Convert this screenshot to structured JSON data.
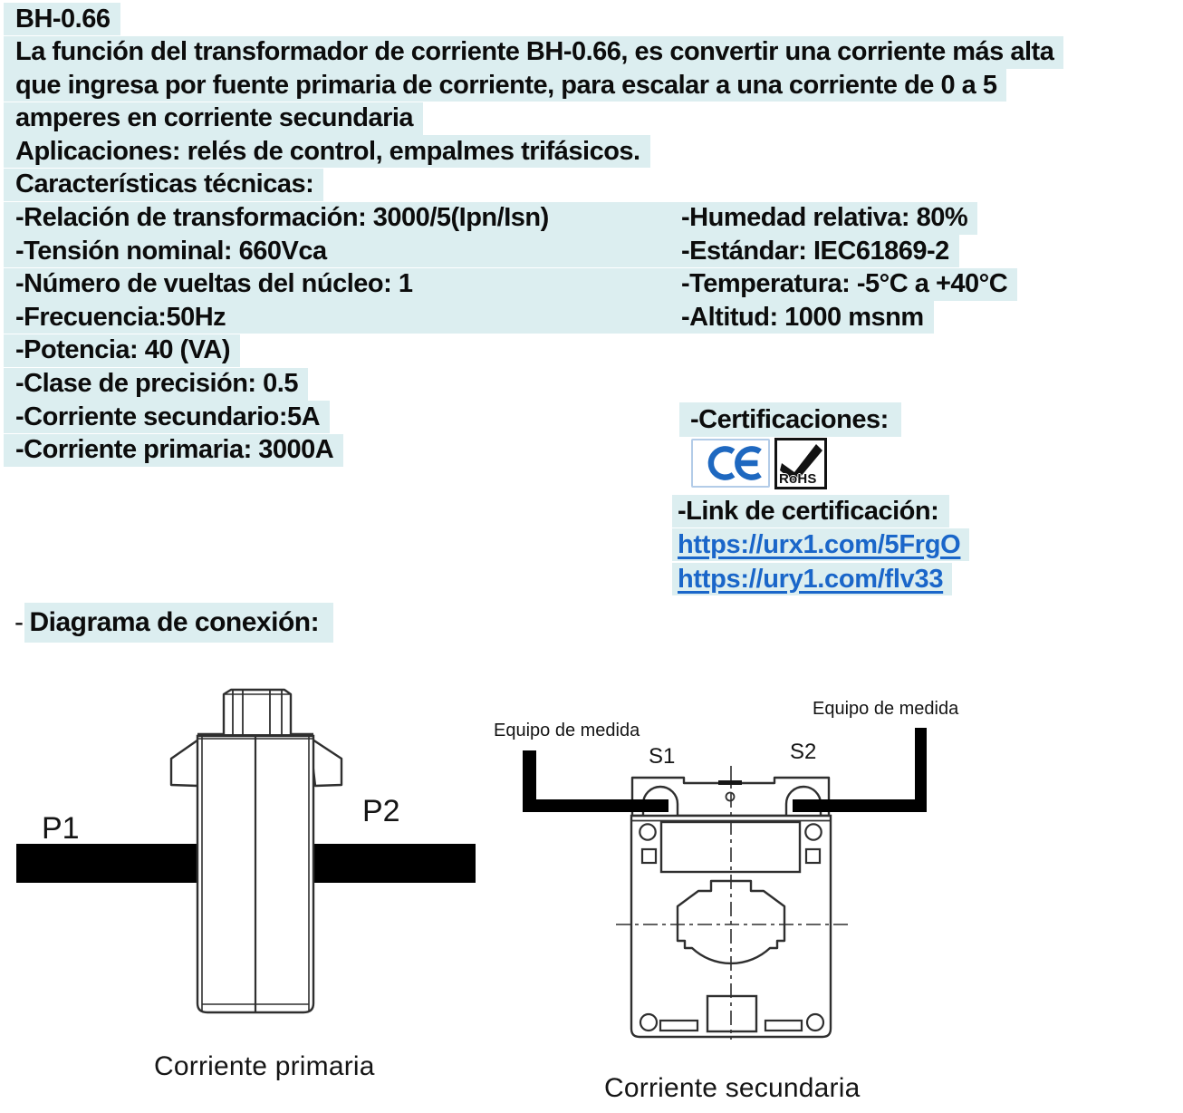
{
  "header": {
    "title": "BH-0.66",
    "description_lines": [
      "La función del transformador de corriente BH-0.66, es convertir una corriente más alta",
      "que ingresa por fuente primaria de corriente, para escalar a una corriente de 0 a 5",
      "amperes en corriente secundaria"
    ],
    "applications": "Aplicaciones: relés de control, empalmes trifásicos.",
    "tech_heading": "Características técnicas:"
  },
  "specs": {
    "paired_rows": [
      {
        "left": "-Relación de transformación: 3000/5(Ipn/Isn)",
        "right": "-Humedad relativa: 80%"
      },
      {
        "left": "-Tensión nominal: 660Vca",
        "right": "-Estándar: IEC61869-2"
      },
      {
        "left": "-Número de vueltas del núcleo: 1",
        "right": "-Temperatura: -5°C a +40°C"
      },
      {
        "left": "-Frecuencia:50Hz",
        "right": "-Altitud: 1000 msnm"
      }
    ],
    "single_rows": [
      "-Potencia: 40 (VA)",
      "-Clase de precisión: 0.5",
      "-Corriente secundario:5A",
      "-Corriente primaria: 3000A"
    ]
  },
  "certifications": {
    "heading": "-Certificaciones:",
    "ce_label": "CE",
    "rohs_label": "RoHS",
    "link_heading": "-Link de certificación:",
    "links": [
      "https://urx1.com/5FrgO",
      "https://ury1.com/flv33"
    ]
  },
  "diagram": {
    "heading_dash": "-",
    "heading": "Diagrama de conexión:",
    "primary": {
      "p1": "P1",
      "p2": "P2",
      "caption": "Corriente primaria"
    },
    "secondary": {
      "equipo_left": "Equipo de medida",
      "equipo_right": "Equipo de medida",
      "s1": "S1",
      "s2": "S2",
      "caption": "Corriente secundaria"
    }
  },
  "colors": {
    "highlight": "#dceef0",
    "link_blue": "#1a66c9",
    "ce_blue": "#1e68c0",
    "line_dark": "#2f2f2f"
  }
}
